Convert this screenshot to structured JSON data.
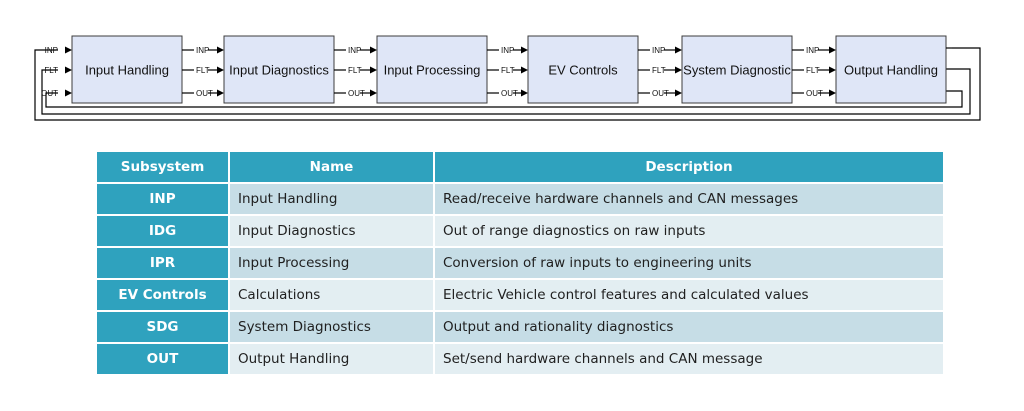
{
  "diagram": {
    "blocks": [
      {
        "label": "Input Handling"
      },
      {
        "label": "Input Diagnostics"
      },
      {
        "label": "Input Processing"
      },
      {
        "label": "EV Controls"
      },
      {
        "label": "System Diagnostic"
      },
      {
        "label": "Output Handling"
      }
    ],
    "ports": [
      "INP",
      "FLT",
      "OUT"
    ]
  },
  "table": {
    "headers": [
      "Subsystem",
      "Name",
      "Description"
    ],
    "rows": [
      {
        "code": "INP",
        "name": "Input Handling",
        "description": "Read/receive hardware channels and CAN messages"
      },
      {
        "code": "IDG",
        "name": "Input Diagnostics",
        "description": "Out of range diagnostics on raw inputs"
      },
      {
        "code": "IPR",
        "name": "Input Processing",
        "description": "Conversion of raw inputs to engineering units"
      },
      {
        "code": "EV Controls",
        "name": "Calculations",
        "description": "Electric Vehicle control features and calculated values"
      },
      {
        "code": "SDG",
        "name": "System Diagnostics",
        "description": "Output and rationality diagnostics"
      },
      {
        "code": "OUT",
        "name": "Output Handling",
        "description": "Set/send hardware channels and CAN message"
      }
    ]
  }
}
